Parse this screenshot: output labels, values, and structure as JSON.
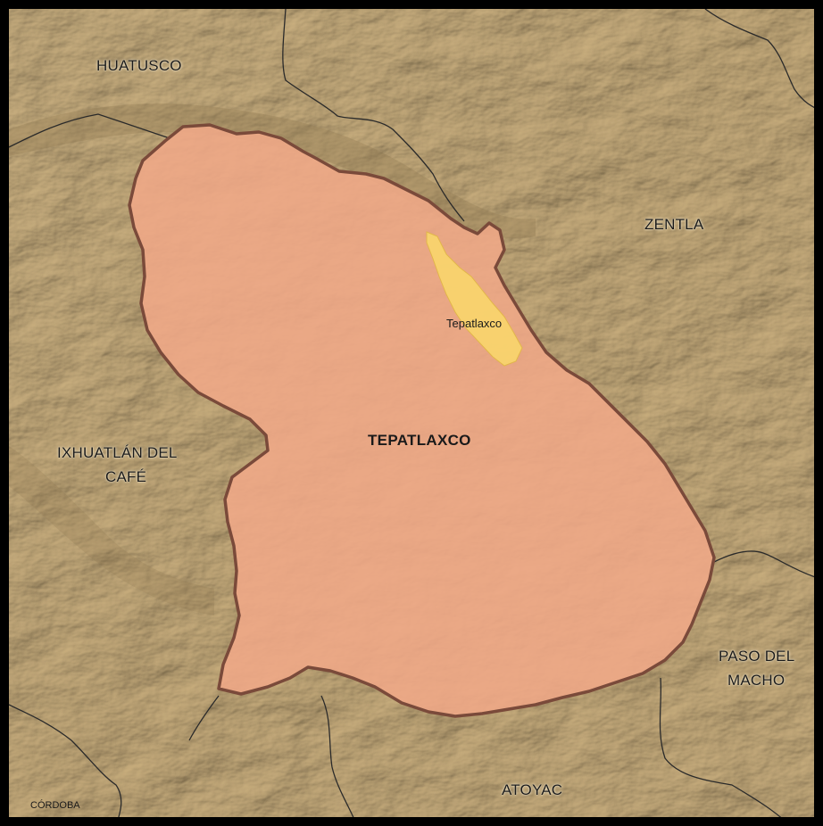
{
  "map": {
    "colors": {
      "terrain": "#c9b48c",
      "terrain_dark": "#9a845e",
      "terrain_light": "#e2d2ae",
      "municipality_fill": "#f0a888",
      "municipality_border": "#7a4a3a",
      "seat_fill": "#f8d56c",
      "boundary": "#2a2a2a",
      "frame": "#000000"
    },
    "labels": {
      "huatusco": "HUATUSCO",
      "zentla": "ZENTLA",
      "ixhuatlan_line1": "IXHUATLÁN DEL",
      "ixhuatlan_line2": "CAFÉ",
      "tepatlaxco_municipality": "TEPATLAXCO",
      "tepatlaxco_seat": "Tepatlaxco",
      "paso_line1": "PASO DEL",
      "paso_line2": "MACHO",
      "atoyac": "ATOYAC",
      "cordoba": "CÓRDOBA"
    }
  }
}
